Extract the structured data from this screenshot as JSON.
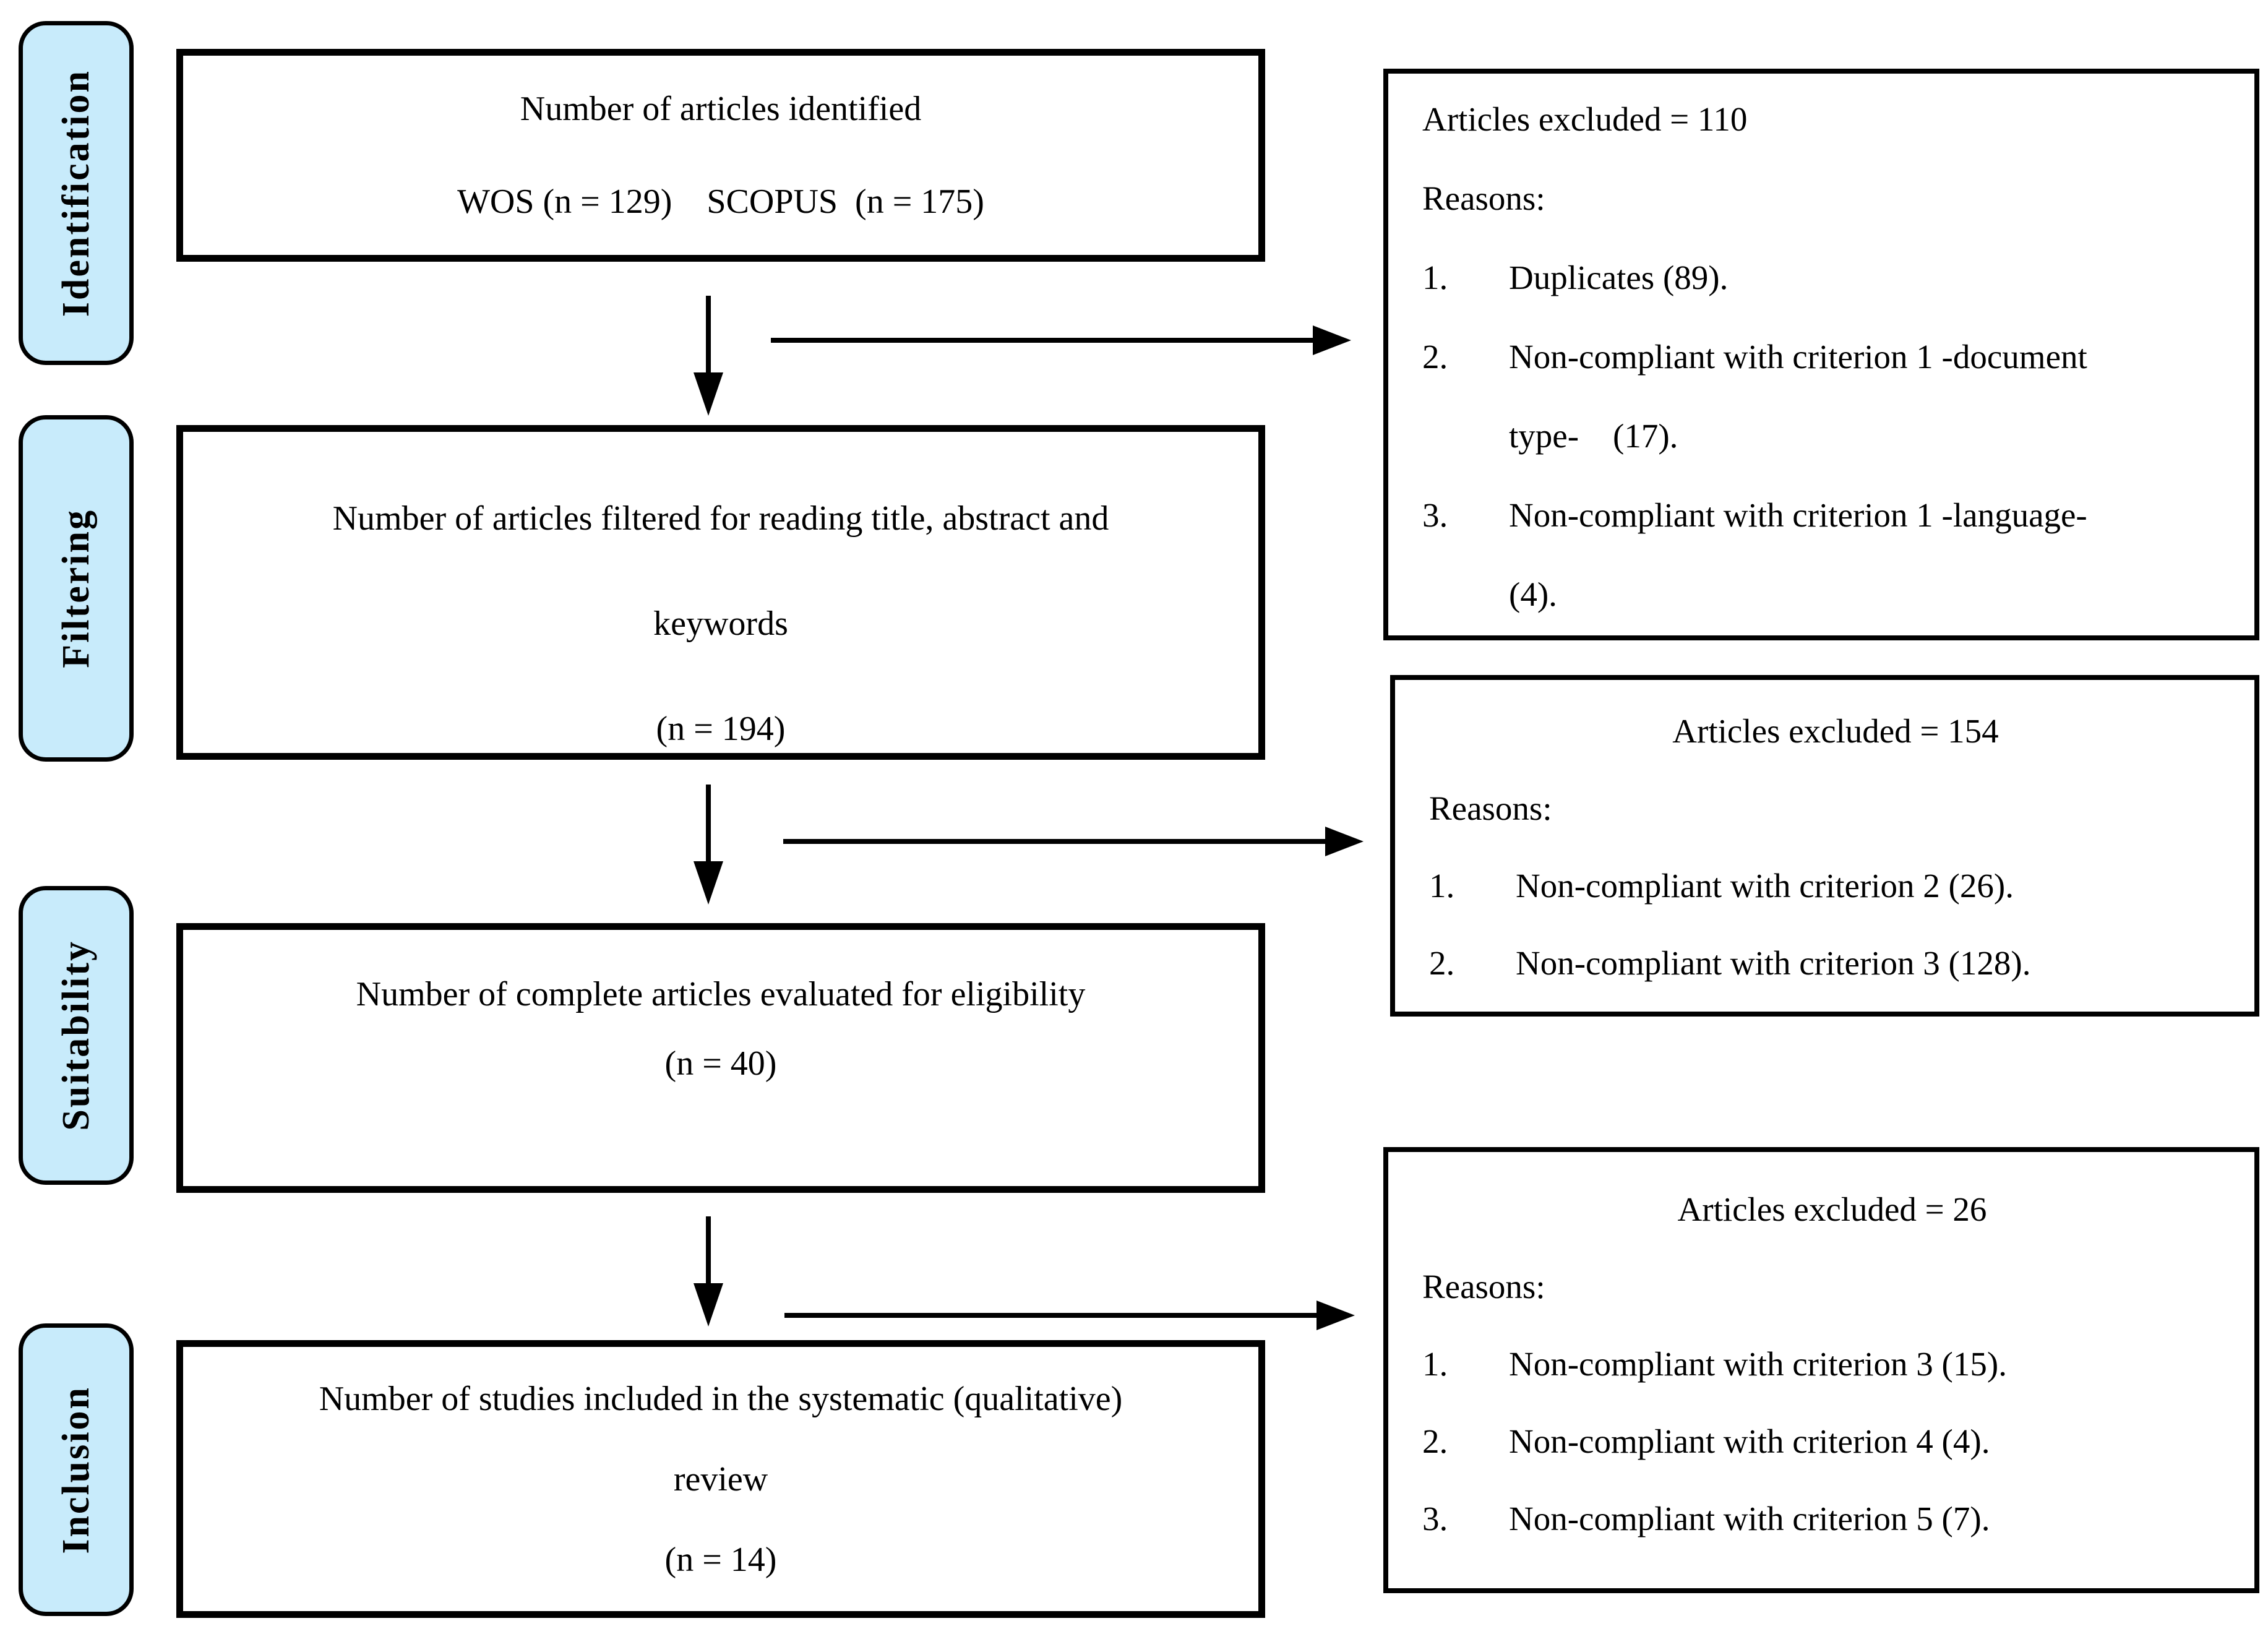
{
  "diagram": {
    "stages": [
      {
        "label": "Identification"
      },
      {
        "label": "Filtering"
      },
      {
        "label": "Suitability"
      },
      {
        "label": "Inclusion"
      }
    ],
    "flow_boxes": [
      {
        "lines": [
          "Number of articles identified",
          "WOS (n = 129)    SCOPUS  (n = 175)"
        ]
      },
      {
        "lines": [
          "Number of articles filtered for reading title, abstract and",
          "keywords",
          "(n = 194)"
        ]
      },
      {
        "lines": [
          "Number of complete articles evaluated for eligibility",
          "(n = 40)"
        ]
      },
      {
        "lines": [
          "Number of studies included in the systematic (qualitative)",
          "review",
          "(n = 14)"
        ]
      }
    ],
    "exclusion_boxes": [
      {
        "title": "Articles excluded = 110",
        "reasons_label": "Reasons:",
        "items": [
          {
            "num": "1.",
            "lines": [
              "Duplicates (89)."
            ]
          },
          {
            "num": "2.",
            "lines": [
              "Non-compliant with criterion 1 -document",
              "type-    (17)."
            ]
          },
          {
            "num": "3.",
            "lines": [
              "Non-compliant with criterion 1 -language-",
              "(4)."
            ]
          }
        ]
      },
      {
        "title": "Articles excluded = 154",
        "reasons_label": "Reasons:",
        "items": [
          {
            "num": "1.",
            "lines": [
              "Non-compliant with criterion 2 (26)."
            ]
          },
          {
            "num": "2.",
            "lines": [
              "Non-compliant with criterion 3 (128)."
            ]
          }
        ]
      },
      {
        "title": "Articles excluded = 26",
        "reasons_label": "Reasons:",
        "items": [
          {
            "num": "1.",
            "lines": [
              "Non-compliant with criterion 3 (15)."
            ]
          },
          {
            "num": "2.",
            "lines": [
              "Non-compliant with criterion 4 (4)."
            ]
          },
          {
            "num": "3.",
            "lines": [
              "Non-compliant with criterion 5 (7)."
            ]
          }
        ]
      }
    ],
    "colors": {
      "stage_fill": "#c8ebfb",
      "line": "#000000",
      "box_fill": "#ffffff",
      "background": "#ffffff"
    }
  }
}
